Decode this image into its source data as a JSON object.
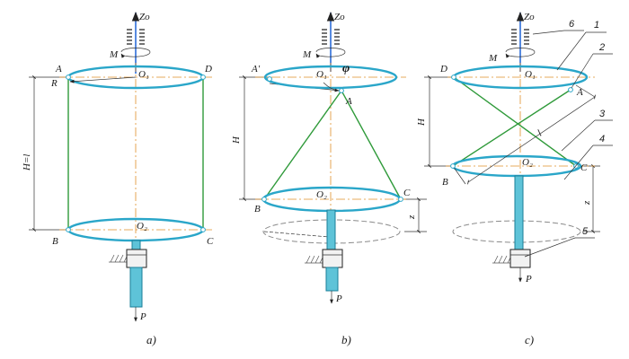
{
  "figure_a": {
    "caption": "a)",
    "axis_label": "Zo",
    "moment_label": "M",
    "upper_center": "O₁",
    "lower_center": "O₂",
    "radius_label": "R",
    "dimension_label": "H=l",
    "force_label": "P",
    "points": {
      "a": "A",
      "d": "D",
      "b": "B",
      "c": "C"
    }
  },
  "figure_b": {
    "caption": "b)",
    "axis_label": "Zo",
    "moment_label": "M",
    "upper_center": "O₁",
    "lower_center": "O₂",
    "angle_label": "φ",
    "dimension_h": "H",
    "dimension_z": "z",
    "force_label": "P",
    "points": {
      "a_prime": "A'",
      "a": "A",
      "b": "B",
      "c": "C"
    }
  },
  "figure_c": {
    "caption": "c)",
    "axis_label": "Zo",
    "moment_label": "M",
    "upper_center": "O₁",
    "lower_center": "O₂",
    "dimension_h": "H",
    "dimension_z": "z",
    "length_label": "l",
    "force_label": "P",
    "points": {
      "d": "D",
      "a": "A",
      "b": "B",
      "c": "C"
    },
    "callouts": [
      "1",
      "2",
      "3",
      "4",
      "5",
      "6"
    ]
  },
  "colors": {
    "disk": "#2aa6c9",
    "thread": "#2f9a3a",
    "centerline": "#e0902a",
    "axis": "#1f62d6",
    "rod": "#5ec3d8"
  }
}
